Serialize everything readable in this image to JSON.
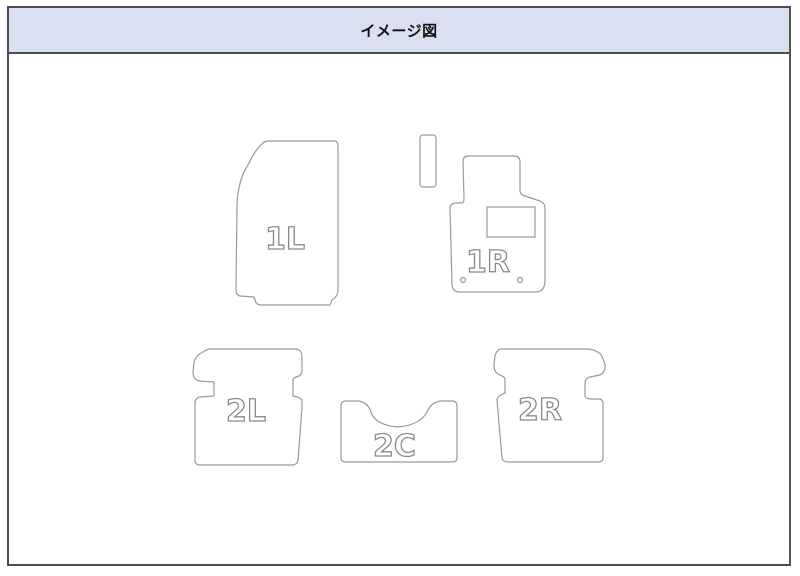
{
  "header": {
    "title": "イメージ図"
  },
  "diagram": {
    "mats": [
      {
        "id": "1L",
        "label": "1L"
      },
      {
        "id": "1R",
        "label": "1R"
      },
      {
        "id": "2L",
        "label": "2L"
      },
      {
        "id": "2C",
        "label": "2C"
      },
      {
        "id": "2R",
        "label": "2R"
      }
    ],
    "colors": {
      "header_bg": "#dae0ef",
      "border": "#4a4d52",
      "outline": "#9a9a9a"
    }
  }
}
